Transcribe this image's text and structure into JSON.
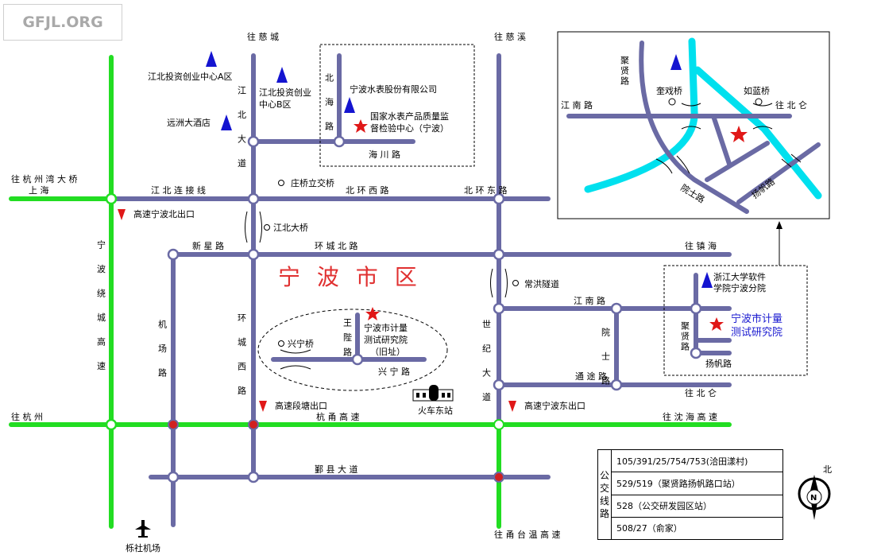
{
  "watermark": "GFJL.ORG",
  "title": "宁 波 市 区",
  "roads": {
    "to_cixi": "往 慈 溪",
    "to_ciluo": "往 慈 城",
    "jiangbei_link": "江 北 连 接 线",
    "beihuan_west": "北 环 西 路",
    "beihuan_east": "北 环 东 路",
    "huancheng_north": "环 城 北 路",
    "xinxing": "新 星 路",
    "to_zhenhai": "往 镇 海",
    "to_hangzhou_bay_1": "往 杭 州 湾 大 桥",
    "to_hangzhou_bay_2": "上 海",
    "ring_expressway": "宁 波 绕 城 高 速",
    "airport_road": "机 场 路",
    "huancheng_west": "环 城 西 路",
    "jiangbei_avenue": "江 北 大 道",
    "beihai": "北 海 路",
    "haichuan": "海 川 路",
    "shiji": "世 纪 大 道",
    "jiangnan": "江 南 路",
    "yuanshi": "院 士 路",
    "tongtu": "通 途 路",
    "to_beilun": "往 北 仑",
    "to_hangzhou": "往 杭 州",
    "hangyong": "杭 甬 高 速",
    "to_shenhai": "往 沈 海 高 速",
    "yinxian": "鄞 县 大 道",
    "to_yongtaiwen": "往 甬 台 温 高 速",
    "wangling": "王 陛 路",
    "xingning": "兴 宁 路"
  },
  "places": {
    "jb_center_a": "江北投资创业中心A区",
    "jb_center_b1": "江北投资创业",
    "jb_center_b2": "中心B区",
    "yuanzhou_hotel": "远洲大酒店",
    "water_meter_co": "宁波水表股份有限公司",
    "qc_center_1": "国家水表产品质量监",
    "qc_center_2": "督检验中心（宁波）",
    "zhuangqiao": "庄桥立交桥",
    "exit_north": "高速宁波北出口",
    "jiangbei_bridge": "江北大桥",
    "changhong_tunnel": "常洪隧道",
    "zju_1": "浙江大学软件",
    "zju_2": "学院宁波分院",
    "ninst_1": "宁波市计量",
    "ninst_2": "测试研究院",
    "xingning_bridge": "兴宁桥",
    "old_site_1": "宁波市计量",
    "old_site_2": "测试研究院",
    "old_site_3": "（旧址）",
    "exit_duantang": "高速段塘出口",
    "east_station": "火车东站",
    "exit_east": "高速宁波东出口",
    "lishe_airport": "栎社机场",
    "juxian_road": "聚贤路",
    "yangfan_road": "扬帆路"
  },
  "inset": {
    "juxian": "聚贤路",
    "kuixing": "奎戏桥",
    "rulan": "如蓝桥",
    "jiangnan": "江 南 路",
    "to_beilun": "往 北 仑",
    "yuanshi": "院士路",
    "yangfan": "扬帆路"
  },
  "bus": {
    "header": "公交线路",
    "rows": [
      "105/391/25/754/753(洽田漾村)",
      "529/519（聚贤路扬帆路口站）",
      "528（公交研发园区站）",
      "508/27（俞家）"
    ]
  },
  "compass": {
    "north": "北",
    "n": "N"
  },
  "colors": {
    "road": "#6a6aa4",
    "expressway": "#22dd22",
    "river": "#00e0ee",
    "marker_star": "#e01818",
    "marker_triangle": "#1414d0",
    "exit_marker": "#e01818",
    "title": "#e03030",
    "highlight_text": "#1a1ad0"
  }
}
